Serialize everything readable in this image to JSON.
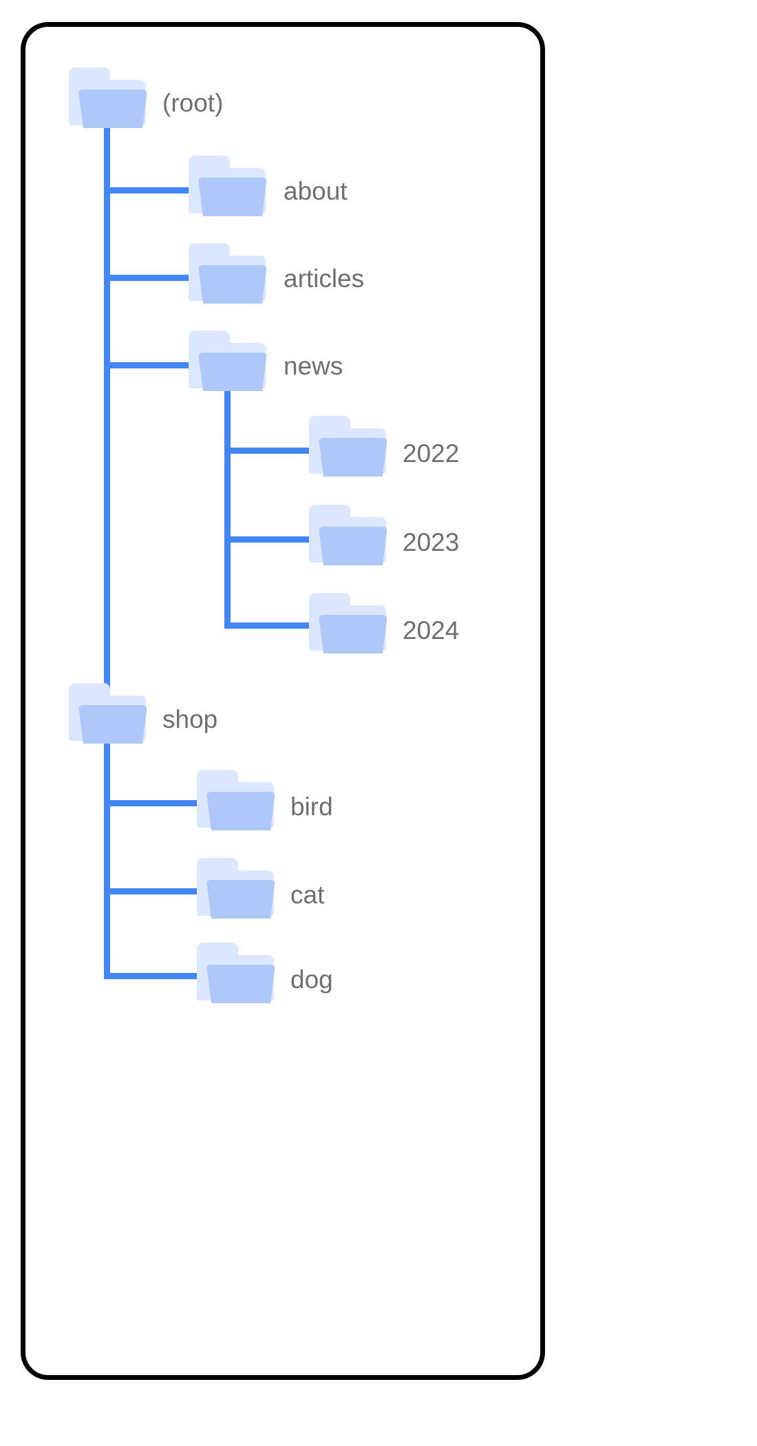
{
  "card": {
    "border_color": "#000000",
    "background": "#ffffff"
  },
  "theme": {
    "edge_color": "#4285f4",
    "folder_front": "#aec9f9",
    "folder_back": "#dbe7fd",
    "label_color": "#6f6f6f"
  },
  "tree": {
    "title": "(root)",
    "nodes": [
      {
        "id": "root",
        "label": "(root)",
        "icon": "folder-icon",
        "depth": 0
      },
      {
        "id": "about",
        "label": "about",
        "icon": "folder-icon",
        "depth": 1
      },
      {
        "id": "articles",
        "label": "articles",
        "icon": "folder-icon",
        "depth": 1
      },
      {
        "id": "news",
        "label": "news",
        "icon": "folder-icon",
        "depth": 1
      },
      {
        "id": "y2022",
        "label": "2022",
        "icon": "folder-icon",
        "depth": 2
      },
      {
        "id": "y2023",
        "label": "2023",
        "icon": "folder-icon",
        "depth": 2
      },
      {
        "id": "y2024",
        "label": "2024",
        "icon": "folder-icon",
        "depth": 2
      },
      {
        "id": "shop",
        "label": "shop",
        "icon": "folder-icon",
        "depth": 1
      },
      {
        "id": "bird",
        "label": "bird",
        "icon": "folder-icon",
        "depth": 2
      },
      {
        "id": "cat",
        "label": "cat",
        "icon": "folder-icon",
        "depth": 2
      },
      {
        "id": "dog",
        "label": "dog",
        "icon": "folder-icon",
        "depth": 2
      }
    ]
  }
}
